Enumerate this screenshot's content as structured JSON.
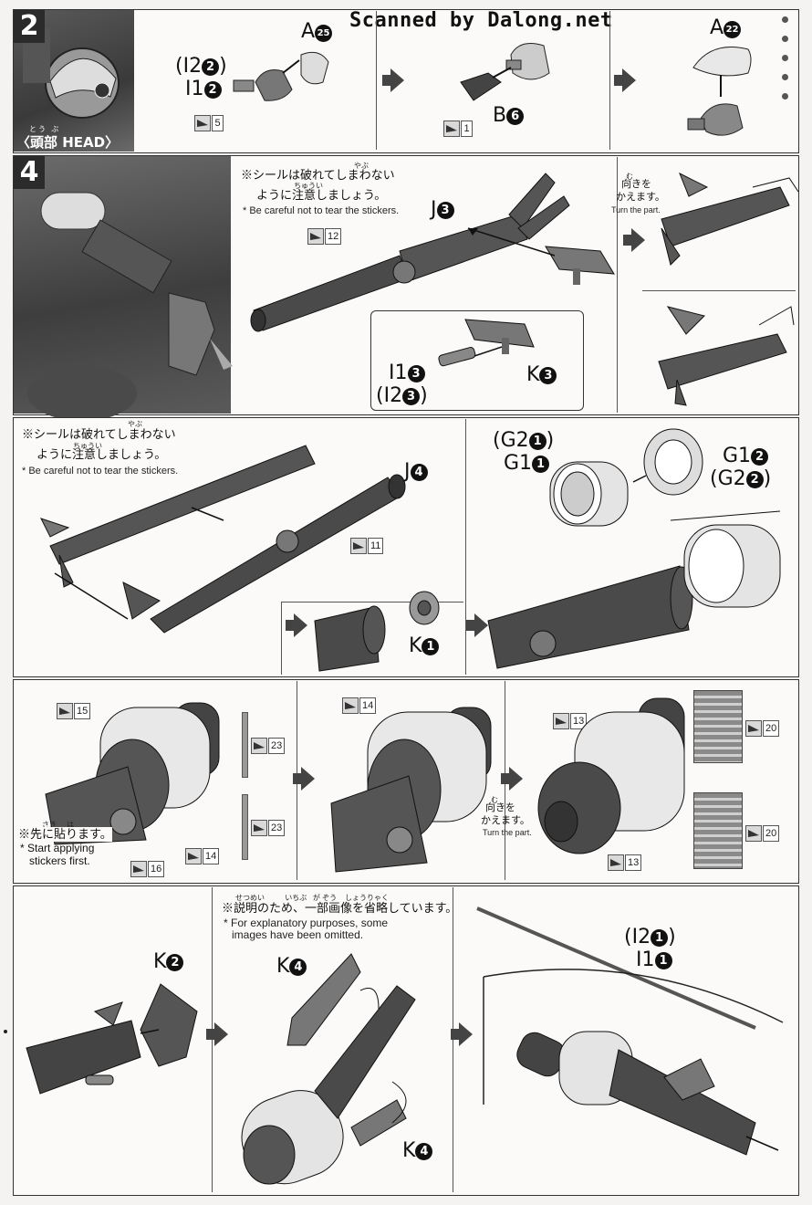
{
  "watermark": "Scanned by Dalong.net",
  "colors": {
    "panel_border": "#333333",
    "part_fill": "#4a4a4a",
    "part_light": "#d8d8d8",
    "step_badge": "#2b2b2b"
  },
  "step2": {
    "number": "2",
    "section_ruby": "とう ぶ",
    "section_title": "〈頭部 HEAD〉",
    "sub1": {
      "label_alt": "(I2",
      "label_alt_num": "2",
      "label_alt_close": ")",
      "label": "I1",
      "label_num": "2",
      "part_a": "A",
      "part_a_num": "25",
      "sticker": "5"
    },
    "sub2": {
      "label": "B",
      "label_num": "6",
      "sticker": "1"
    },
    "sub3": {
      "part_a": "A",
      "part_a_num": "22"
    }
  },
  "step4": {
    "number": "4",
    "note_jp": "※シールは破れてしまわないように注意しましょう。",
    "note_jp_line1": "※シールは破れてしまわない",
    "note_jp_line2": "ように注意しましょう。",
    "note_ruby_tear": "やぶ",
    "note_ruby_care": "ちゅうい",
    "note_en": "* Be careful not to tear the stickers.",
    "j3": {
      "label": "J",
      "num": "3",
      "sticker": "12"
    },
    "inset": {
      "i1": "I1",
      "i1_num": "3",
      "i2": "(I2",
      "i2_num": "3",
      "i2_close": ")",
      "k": "K",
      "k_num": "3"
    },
    "turn_jp_ruby": "む",
    "turn_jp_line1": "向きを",
    "turn_jp_line2": "かえます。",
    "turn_en": "Turn the part."
  },
  "row2": {
    "note_jp_line1": "※シールは破れてしまわない",
    "note_jp_line2": "ように注意しましょう。",
    "note_ruby_tear": "やぶ",
    "note_ruby_care": "ちゅうい",
    "note_en": "* Be careful not to tear the stickers.",
    "j4": {
      "label": "J",
      "num": "4",
      "sticker": "11"
    },
    "k1": {
      "label": "K",
      "num": "1"
    },
    "g_left": {
      "line1": "(G2",
      "line1_num": "1",
      "line1_close": ")",
      "line2": "G1",
      "line2_num": "1"
    },
    "g_right": {
      "line1": "G1",
      "line1_num": "2",
      "line2": "(G2",
      "line2_num": "2",
      "line2_close": ")"
    }
  },
  "row3": {
    "stickers": [
      "15",
      "14",
      "16",
      "23",
      "23",
      "14",
      "13",
      "13",
      "20",
      "20"
    ],
    "first_ruby_saki": "さき",
    "first_ruby_ha": "は",
    "first_jp": "※先に貼ります。",
    "first_en_line1": "* Start applying",
    "first_en_line2": "stickers first.",
    "turn_jp_ruby": "む",
    "turn_jp_line1": "向きを",
    "turn_jp_line2": "かえます。",
    "turn_en": "Turn the part."
  },
  "row4": {
    "k2": {
      "label": "K",
      "num": "2"
    },
    "omit_ruby": "せつめい          いちぶ   が ぞう    しょうりゃく",
    "omit_jp": "※説明のため、一部画像を省略しています。",
    "omit_en_line1": "* For explanatory purposes, some",
    "omit_en_line2": "images have been omitted.",
    "k4_top": {
      "label": "K",
      "num": "4"
    },
    "k4_bottom": {
      "label": "K",
      "num": "4"
    },
    "i_label": {
      "line1": "(I2",
      "line1_num": "1",
      "line1_close": ")",
      "line2": "I1",
      "line2_num": "1"
    }
  }
}
